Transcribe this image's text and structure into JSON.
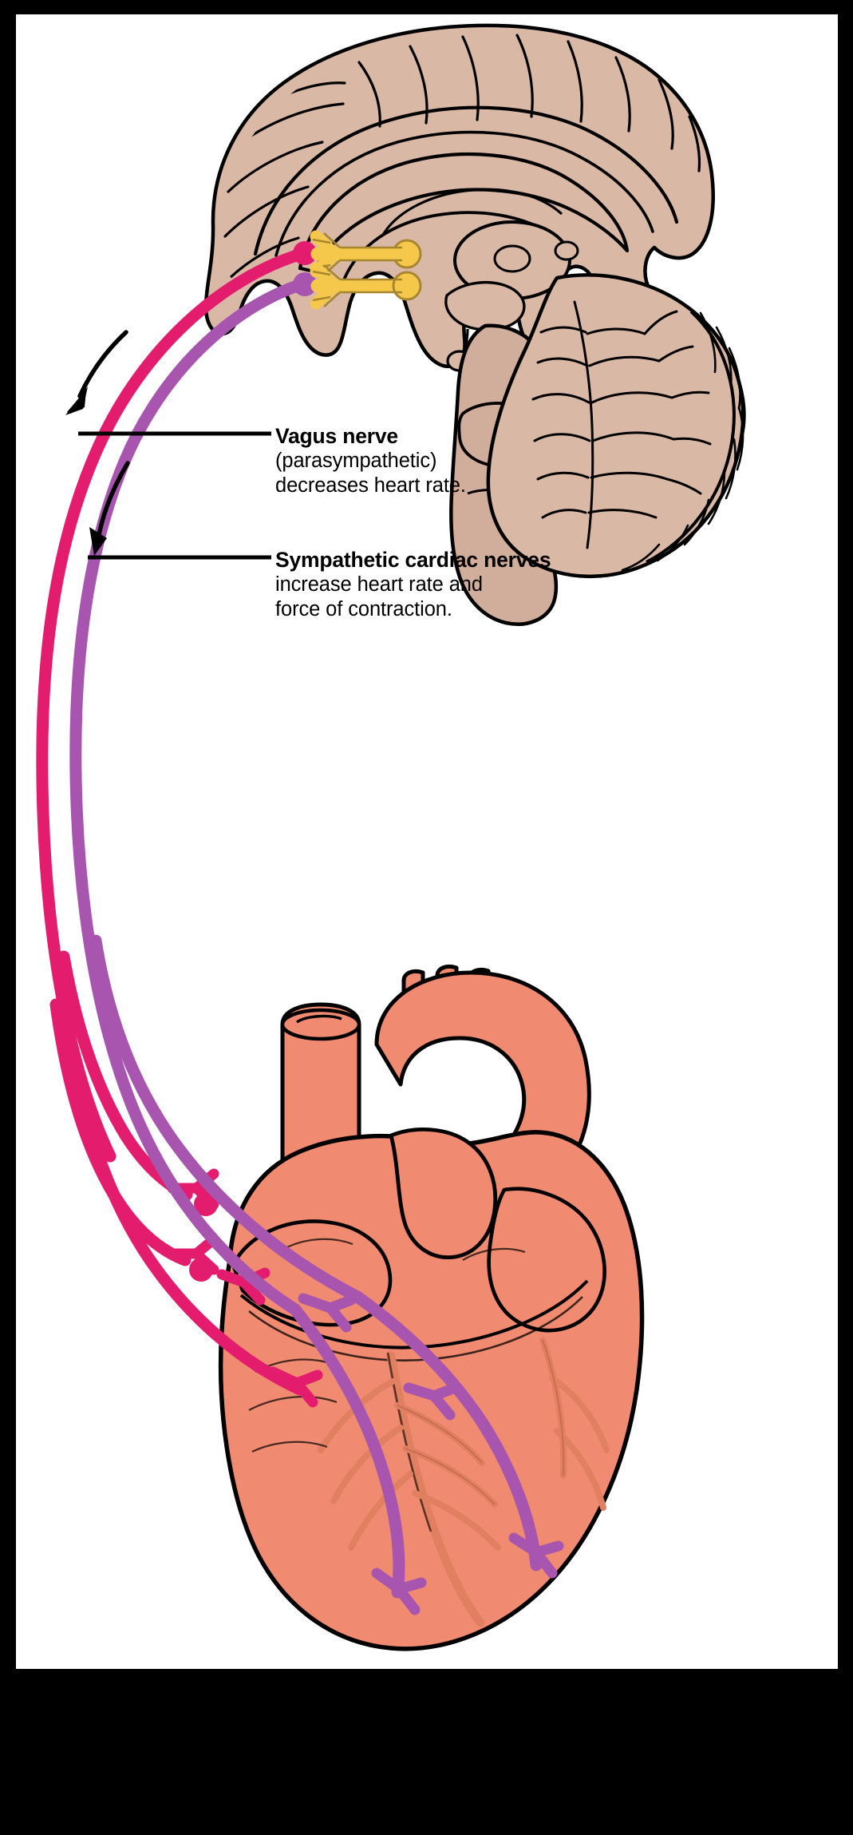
{
  "figure": {
    "type": "anatomical-diagram",
    "subject": "Autonomic innervation of the heart",
    "background_color": "#000000",
    "canvas_color": "#ffffff"
  },
  "labels": [
    {
      "id": "vagus",
      "title": "Vagus nerve",
      "lines": [
        "(parasympathetic)",
        "decreases heart rate."
      ],
      "leader_color": "#000000",
      "nerve_color": "#A855B0"
    },
    {
      "id": "sympathetic",
      "title": "Sympathetic cardiac nerves",
      "lines": [
        "increase heart rate and",
        "force of contraction."
      ],
      "leader_color": "#000000",
      "nerve_color": "#E31C6E"
    }
  ],
  "structures": {
    "brain": {
      "name": "brain-sagittal-section",
      "fill": "#D9B8A6",
      "stroke": "#000000"
    },
    "cerebellum": {
      "name": "cerebellum",
      "fill": "#D9B8A6"
    },
    "brainstem": {
      "name": "brainstem",
      "fill": "#D1AD9B"
    },
    "heart": {
      "name": "heart",
      "fill": "#F08A70",
      "stroke": "#000000",
      "vessel_fill": "#E08060"
    },
    "aorta": {
      "name": "aorta",
      "fill": "#F08A70"
    },
    "preganglionic_neurons": {
      "name": "preganglionic-neuron",
      "fill": "#F5C84C",
      "stroke": "#A8862E",
      "count": 2
    }
  },
  "nerve_pathways": {
    "sympathetic": {
      "color": "#E31C6E",
      "ganglion_color": "#E31C6E",
      "terminal_count": 4
    },
    "parasympathetic": {
      "color": "#A855B0",
      "terminal_count": 4
    }
  },
  "arrows": {
    "count": 2,
    "color": "#000000",
    "direction": "downward-curved"
  },
  "colors": {
    "sympathetic": "#E31C6E",
    "parasympathetic": "#A855B0",
    "neuron_yellow": "#F5C84C",
    "brain_tan": "#D9B8A6",
    "heart_salmon": "#F08A70",
    "outline_black": "#000000"
  }
}
